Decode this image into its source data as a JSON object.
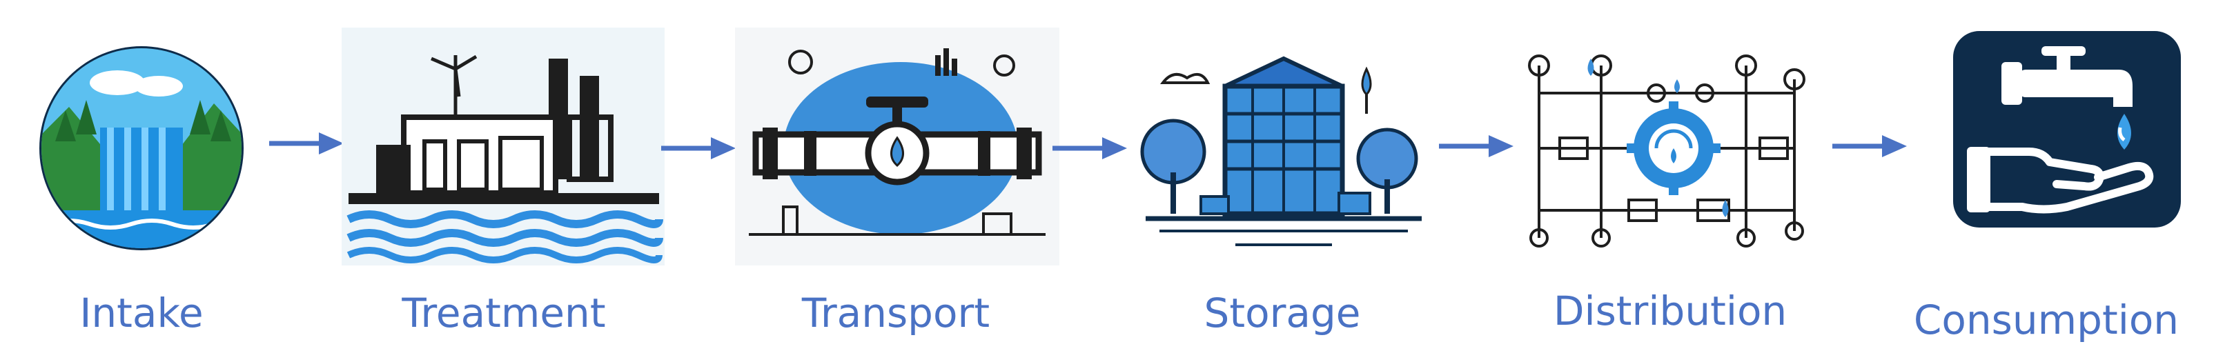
{
  "flow": {
    "stages": [
      {
        "label": "Intake",
        "icon": "waterfall-intake-icon"
      },
      {
        "label": "Treatment",
        "icon": "treatment-plant-icon"
      },
      {
        "label": "Transport",
        "icon": "pipeline-valve-icon"
      },
      {
        "label": "Storage",
        "icon": "water-tank-icon"
      },
      {
        "label": "Distribution",
        "icon": "distribution-network-icon"
      },
      {
        "label": "Consumption",
        "icon": "faucet-hand-icon"
      }
    ],
    "connector_icon": "arrow-right-icon"
  },
  "colors": {
    "label": "#4a72c4",
    "arrow": "#4a72c4",
    "navy": "#0e2c4a",
    "water": "#3b8fd9",
    "light_blue": "#4aa8e8",
    "green": "#3aaa4a",
    "dark": "#1e1e1e"
  }
}
